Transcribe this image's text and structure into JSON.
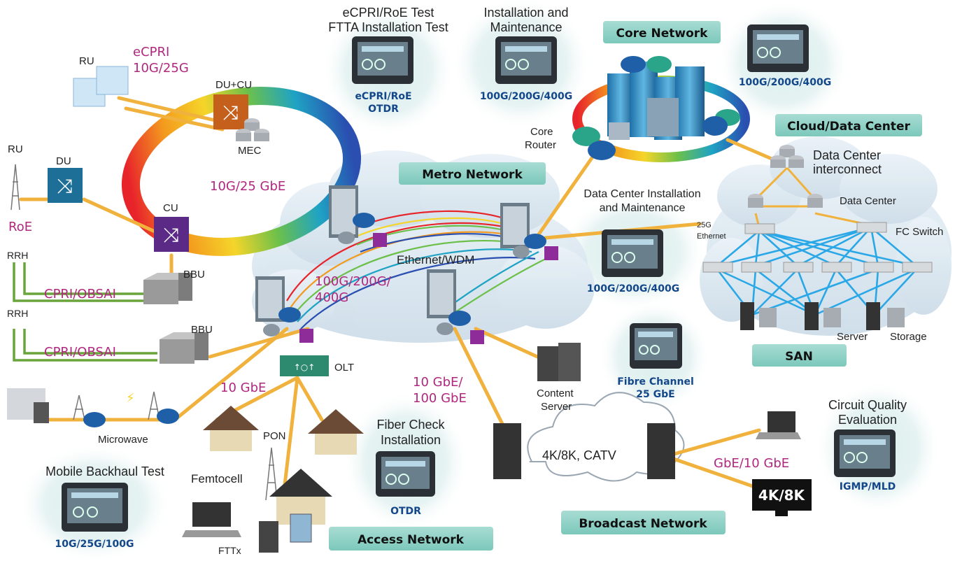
{
  "banners": {
    "core": "Core Network",
    "cloud": "Cloud/Data Center",
    "metro": "Metro Network",
    "san": "SAN",
    "access": "Access Network",
    "broadcast": "Broadcast Network"
  },
  "testers": {
    "ecpri_title1": "eCPRI/RoE Test",
    "ecpri_title2": "FTTA Installation Test",
    "ecpri_sub1": "eCPRI/RoE",
    "ecpri_sub2": "OTDR",
    "install_title1": "Installation and",
    "install_title2": "Maintenance",
    "install_sub": "100G/200G/400G",
    "core_sub": "100G/200G/400G",
    "dc_title1": "Data Center Installation",
    "dc_title2": "and Maintenance",
    "dc_sub": "100G/200G/400G",
    "fc_sub1": "Fibre Channel",
    "fc_sub2": "25 GbE",
    "fiber_title1": "Fiber Check",
    "fiber_title2": "Installation",
    "fiber_sub": "OTDR",
    "circuit_title1": "Circuit Quality",
    "circuit_title2": "Evaluation",
    "circuit_sub": "IGMP/MLD",
    "mobile_title": "Mobile Backhaul Test",
    "mobile_sub": "10G/25G/100G"
  },
  "links": {
    "ecpri1": "eCPRI",
    "ecpri2": "10G/25G",
    "ring": "10G/25 GbE",
    "roe": "RoE",
    "cpri1": "CPRI/OBSAI",
    "cpri2": "CPRI/OBSAI",
    "wdm1": "100G/200G/",
    "wdm2": "400G",
    "tengbe": "10 GbE",
    "bc1": "10 GbE/",
    "bc2": "100 GbE",
    "gbe": "GbE/10 GbE"
  },
  "labels": {
    "ru1": "RU",
    "ru2": "RU",
    "du": "DU",
    "ducu": "DU+CU",
    "mec": "MEC",
    "cu": "CU",
    "rrh1": "RRH",
    "rrh2": "RRH",
    "bbu1": "BBU",
    "bbu2": "BBU",
    "microwave": "Microwave",
    "olt": "OLT",
    "pon": "PON",
    "femtocell": "Femtocell",
    "fttx": "FTTx",
    "core_router1": "Core",
    "core_router2": "Router",
    "ethernet_wdm": "Ethernet/WDM",
    "content1": "Content",
    "content2": "Server",
    "catv": "4K/8K, CATV",
    "dci1": "Data Center",
    "dci2": "interconnect",
    "datacenter": "Data Center",
    "fcswitch": "FC Switch",
    "eth1": "25G",
    "eth2": "Ethernet",
    "server": "Server",
    "storage": "Storage",
    "fourk": "4K/8K"
  }
}
